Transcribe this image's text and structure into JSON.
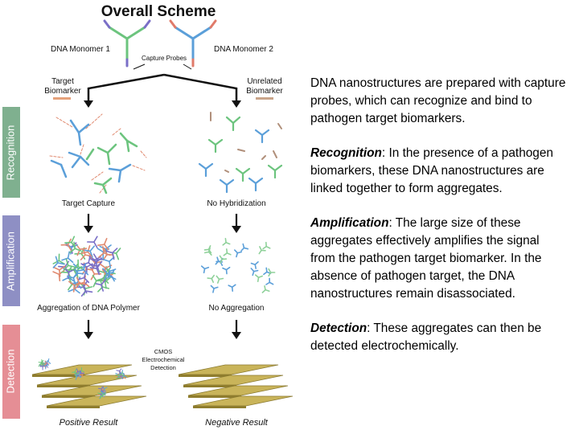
{
  "figure": {
    "title": "Overall Scheme",
    "monomer1_label": "DNA Monomer 1",
    "monomer2_label": "DNA Monomer 2",
    "capture_probes_label": "Capture Probes",
    "target_biomarker_label": "Target\nBiomarker",
    "unrelated_biomarker_label": "Unrelated\nBiomarker",
    "stage_labels": [
      "Recognition",
      "Amplification",
      "Detection"
    ],
    "stage_colors": [
      "#7fb08f",
      "#8e8fc4",
      "#e58e95"
    ],
    "target_capture_label": "Target Capture",
    "no_hybridization_label": "No Hybridization",
    "aggregation_label": "Aggregation of DNA Polymer",
    "no_aggregation_label": "No Aggregation",
    "cmos_label": "CMOS\nElectrochemical\nDetection",
    "positive_result_label": "Positive Result",
    "negative_result_label": "Negative Result"
  },
  "description": {
    "intro": "DNA nanostructures are prepared with capture probes, which can recognize and bind to pathogen target biomarkers.",
    "recognition_term": "Recognition",
    "recognition_text": ": In the presence of a pathogen biomarkers, these DNA nanostructures are linked together to form aggregates.",
    "amplification_term": "Amplification",
    "amplification_text": ": The large size of these aggregates effectively amplifies the signal from the pathogen target biomarker. In the absence of pathogen target, the DNA nanostructures remain disassociated.",
    "detection_term": "Detection",
    "detection_text": ": These aggregates can then be detected electrochemically."
  }
}
